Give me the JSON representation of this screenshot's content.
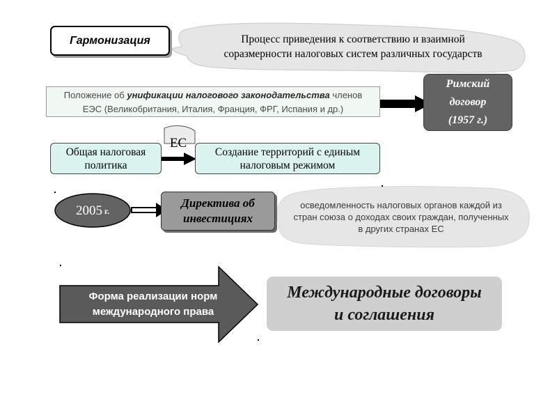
{
  "harmonization": {
    "term": "Гармонизация",
    "definition_line1": "Процесс приведения к соответствию и взаимной",
    "definition_line2": "соразмерности налоговых систем различных государств"
  },
  "unification": {
    "prefix": "Положение об",
    "emphasis": "унификации налогового законодательства",
    "suffix": "членов",
    "line2": "ЕЭС (Великобритания, Италия, Франция, ФРГ, Испания и др.)"
  },
  "rome_treaty": {
    "line1": "Римский",
    "line2": "договор",
    "line3": "(1957 г.)"
  },
  "es_badge": "ЕС",
  "common_policy": {
    "line1": "Общая налоговая",
    "line2": "политика"
  },
  "territory": {
    "line1": "Создание территорий с единым",
    "line2": "налоговым режимом"
  },
  "year_2005": {
    "year": "2005",
    "suffix": "г."
  },
  "directive": {
    "line1": "Директива об",
    "line2": "инвестициях"
  },
  "awareness": {
    "line1": "осведомленность налоговых органов каждой из",
    "line2": "стран союза о доходах своих граждан, полученных",
    "line3": "в других странах ЕС"
  },
  "implementation_form": {
    "line1": "Форма реализации норм",
    "line2": "международного права"
  },
  "treaties": {
    "line1": "Международные договоры",
    "line2": "и соглашения"
  },
  "colors": {
    "dark_gray_box": "#636363",
    "light_cyan_box": "#dcf4f0",
    "cloud_gray": "#e6e6e6",
    "directive_gray": "#9a9a9a",
    "treaties_gray": "#cfcfcf"
  }
}
